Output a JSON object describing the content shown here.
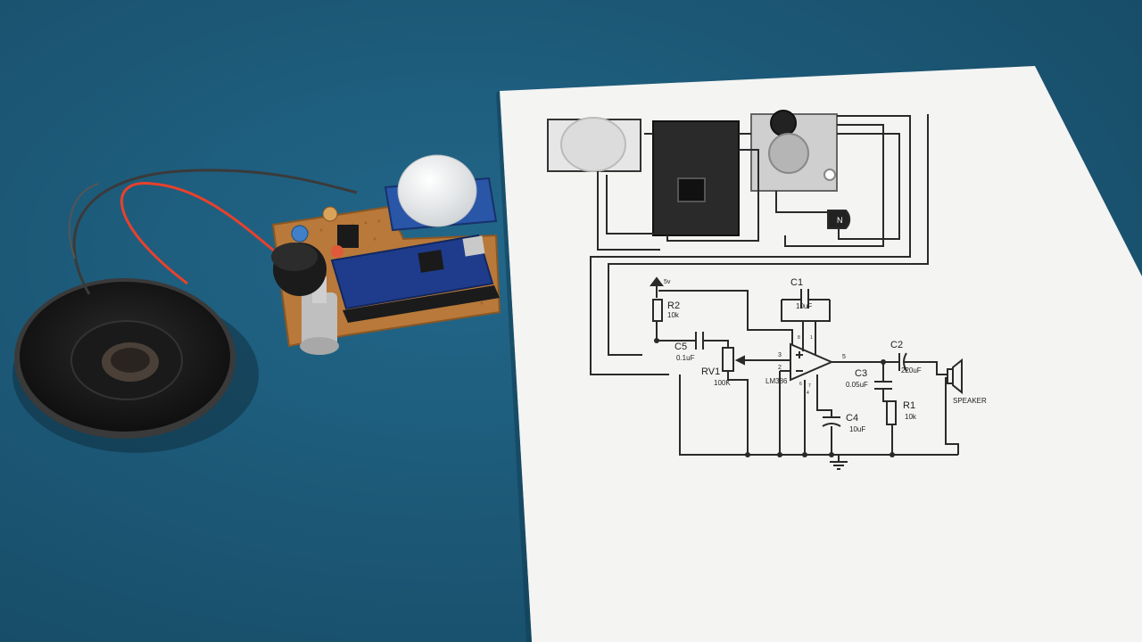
{
  "scene": {
    "background_color": "#1d5a78",
    "paper_color": "#f4f4f2",
    "pcb_color": "#b8793a",
    "nano_board_color": "#1f3c8c",
    "wire_red": "#e8412c",
    "wire_black": "#2a2a2a"
  },
  "schematic": {
    "supply": "5v",
    "parts": {
      "r2_ref": "R2",
      "r2_val": "10k",
      "c1_ref": "C1",
      "c1_val": "10uF",
      "c5_ref": "C5",
      "c5_val": "0.1uF",
      "rv1_ref": "RV1",
      "rv1_val": "100K",
      "ic": "LM386",
      "c2_ref": "C2",
      "c2_val": "220uF",
      "c3_ref": "C3",
      "c3_val": "0.05uF",
      "c4_ref": "C4",
      "c4_val": "10uF",
      "r1_ref": "R1",
      "r1_val": "10k",
      "speaker": "SPEAKER",
      "transistor": "N"
    },
    "pins": {
      "p3": "3",
      "p2": "2",
      "p5": "5",
      "p8": "8",
      "p1": "1",
      "p6": "6",
      "p7": "7",
      "p4": "4"
    }
  }
}
